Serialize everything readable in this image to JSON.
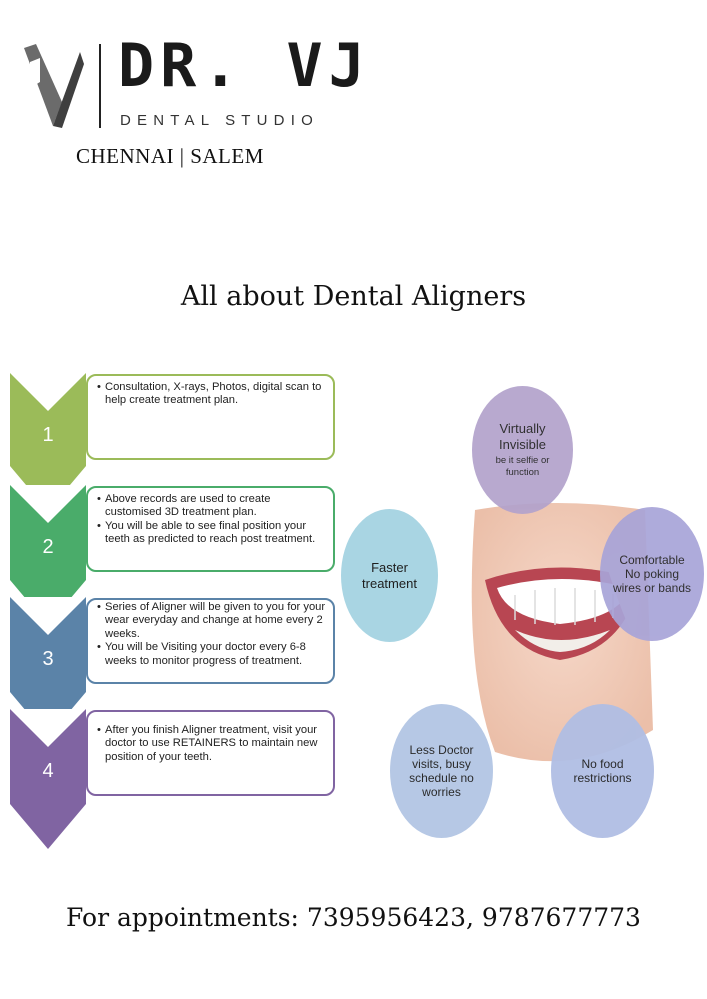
{
  "header": {
    "brand_name": "DR. VJ",
    "brand_subtitle": "DENTAL STUDIO",
    "locations": "CHENNAI | SALEM"
  },
  "title": "All about Dental Aligners",
  "steps": [
    {
      "number": "1",
      "color": "#9bbb59",
      "bullets": [
        "Consultation, X-rays, Photos, digital scan to help create treatment plan."
      ]
    },
    {
      "number": "2",
      "color": "#4aac6a",
      "bullets": [
        "Above records are used to create customised 3D treatment plan.",
        "You will be able to see final position your teeth as predicted to reach post treatment."
      ]
    },
    {
      "number": "3",
      "color": "#5b83a8",
      "bullets": [
        "Series of Aligner will be given to you for your wear everyday and change at home every 2 weeks.",
        "You will be Visiting your doctor every 6-8 weeks to monitor progress of treatment."
      ]
    },
    {
      "number": "4",
      "color": "#8064a2",
      "bullets": [
        "After you finish Aligner treatment, visit your doctor to use RETAINERS to maintain new position of your teeth."
      ]
    }
  ],
  "benefits": {
    "invisible": {
      "title": "Virtually Invisible",
      "sub": "be it selfie or function",
      "color": "#b2a2cc"
    },
    "comfortable": {
      "title": "Comfortable No poking wires or bands",
      "color": "#a8a4d8"
    },
    "faster": {
      "title": "Faster treatment",
      "color": "#a9d5e3"
    },
    "less_visits": {
      "title": "Less Doctor visits, busy schedule no worries",
      "color": "#b3c6e4"
    },
    "no_food": {
      "title": "No food restrictions",
      "color": "#b0bee4"
    }
  },
  "footer": {
    "appointments": "For appointments: 7395956423, 9787677773"
  }
}
